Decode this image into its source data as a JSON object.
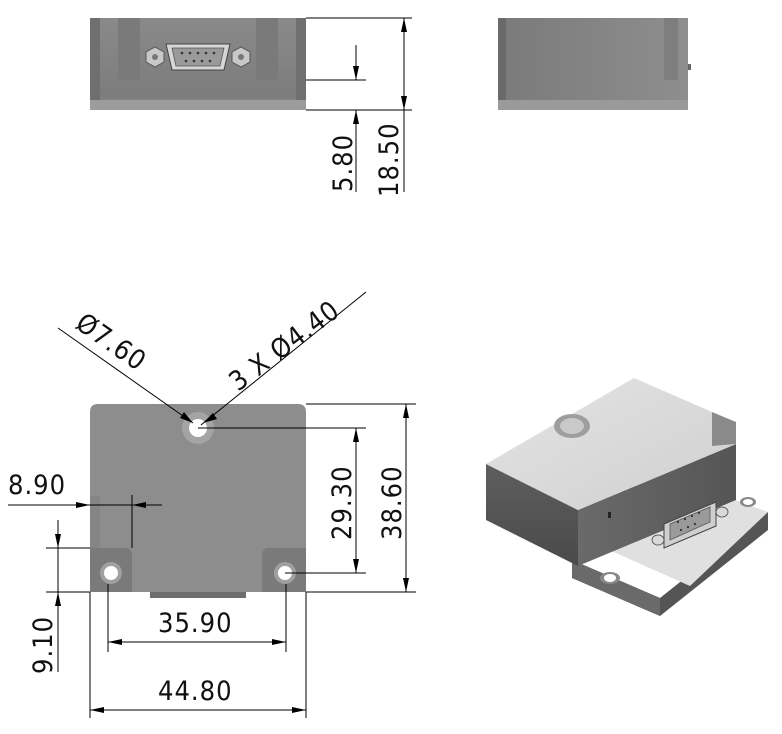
{
  "dimensions": {
    "front_offset": "5.80",
    "front_height": "18.50",
    "hole_large": "Ø7.60",
    "hole_small": "3 X Ø4.40",
    "left_offset": "8.90",
    "hole_spacing_v": "29.30",
    "body_height": "38.60",
    "bottom_offset": "9.10",
    "hole_spacing_h": "35.90",
    "body_width": "44.80"
  },
  "colors": {
    "body_dark": "#7b7b7b",
    "body_mid": "#8f8f8f",
    "body_light": "#a6a6a6",
    "top_face": "#dcdcdc"
  }
}
